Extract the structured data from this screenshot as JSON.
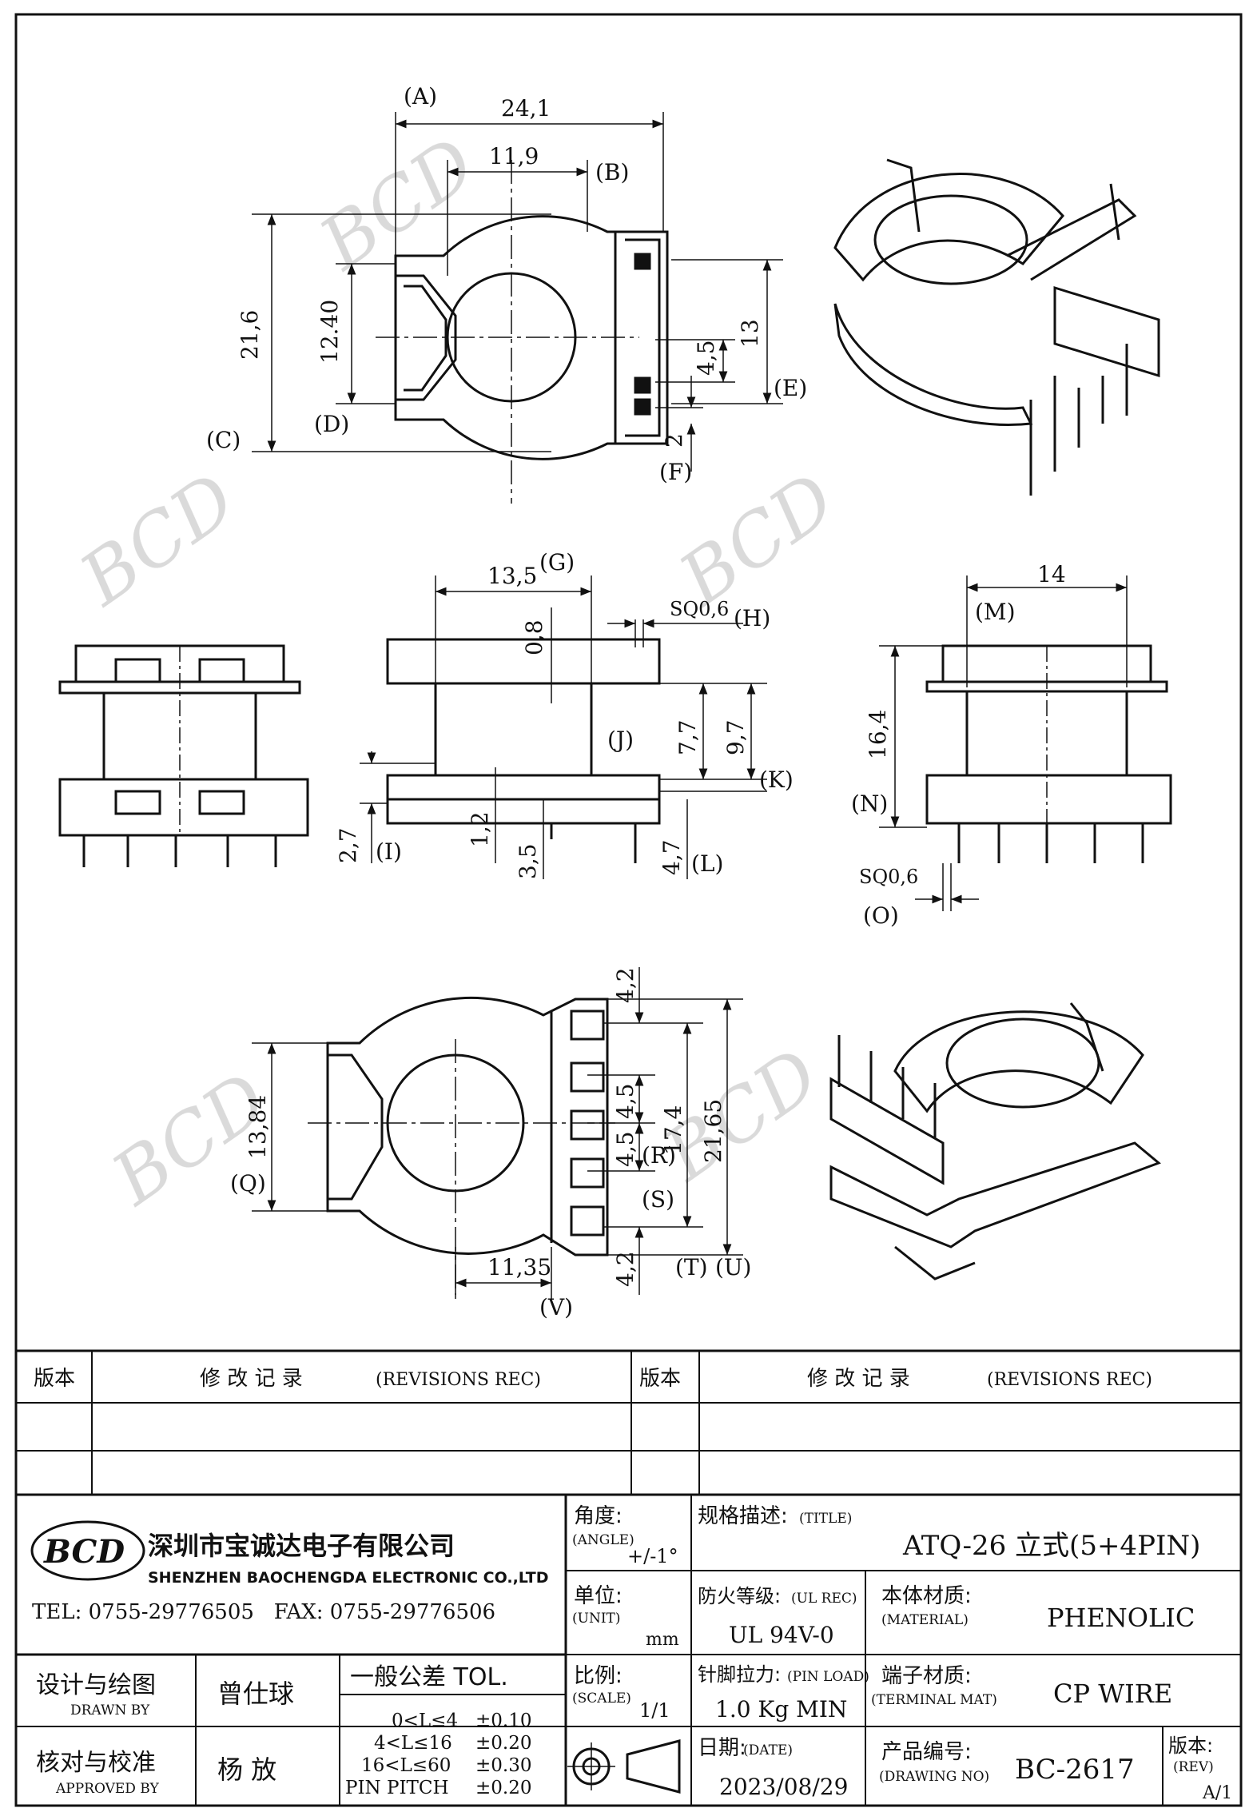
{
  "dimensions": {
    "top_view": {
      "a_width": "24,1",
      "b_width": "11,9",
      "c_height": "21,6",
      "d_height": "12.40",
      "e_height": "13",
      "pin_pitch": "4,5",
      "f_pin": "2"
    },
    "side_view": {
      "g_width": "13,5",
      "flange_top": "0,8",
      "h_pin": "SQ0,6",
      "j_height": "7,7",
      "k_height": "9,7",
      "i_height": "2,7",
      "base_thk": "1,2",
      "standoff": "3,5",
      "l_pin": "4,7"
    },
    "end_view": {
      "m_width": "14",
      "n_height": "16,4",
      "o_pin": "SQ0,6"
    },
    "bottom_view": {
      "top_pitch": "4,2",
      "pitch_1": "4,5",
      "pitch_2": "4,5",
      "r_height": "17,4",
      "u_height": "21,65",
      "bottom_pitch": "4,2",
      "q_height": "13,84",
      "v_width": "11,35"
    }
  },
  "labels": {
    "A": "(A)",
    "B": "(B)",
    "C": "(C)",
    "D": "(D)",
    "E": "(E)",
    "F": "(F)",
    "G": "(G)",
    "H": "(H)",
    "I": "(I)",
    "J": "(J)",
    "K": "(K)",
    "L": "(L)",
    "M": "(M)",
    "N": "(N)",
    "O": "(O)",
    "Q": "(Q)",
    "R": "(R)",
    "S": "(S)",
    "T": "(T)",
    "U": "(U)",
    "V": "(V)"
  },
  "watermark": "BCD",
  "revisions": {
    "col1_header": "版本",
    "col2_header_cn": "修 改 记 录",
    "col2_header_en": "(REVISIONS REC)",
    "col3_header": "版本",
    "col4_header_cn": "修 改 记 录",
    "col4_header_en": "(REVISIONS REC)"
  },
  "company": {
    "logo_text": "BCD",
    "name_cn": "深圳市宝诚达电子有限公司",
    "name_en": "SHENZHEN BAOCHENGDA ELECTRONIC CO.,LTD",
    "contact": "TEL: 0755-29776505   FAX: 0755-29776506"
  },
  "title_block": {
    "angle_label": "角度:",
    "angle_label_en": "(ANGLE)",
    "angle_value": "+/-1°",
    "spec_label": "规格描述:",
    "spec_label_en": "(TITLE)",
    "spec_value": "ATQ-26 立式(5+4PIN)",
    "unit_label": "单位:",
    "unit_label_en": "(UNIT)",
    "unit_value": "mm",
    "fire_label": "防火等级:",
    "fire_label_en": "(UL REC)",
    "fire_value": "UL 94V-0",
    "material_label": "本体材质:",
    "material_label_en": "(MATERIAL)",
    "material_value": "PHENOLIC",
    "scale_label": "比例:",
    "scale_label_en": "(SCALE)",
    "scale_value": "1/1",
    "pinload_label": "针脚拉力:",
    "pinload_label_en": "(PIN LOAD)",
    "pinload_value": "1.0 Kg MIN",
    "terminal_label": "端子材质:",
    "terminal_label_en": "(TERMINAL MAT)",
    "terminal_value": "CP WIRE",
    "date_label": "日期:",
    "date_label_en": "(DATE)",
    "date_value": "2023/08/29",
    "drawing_label": "产品编号:",
    "drawing_label_en": "(DRAWING NO)",
    "drawing_value": "BC-2617",
    "rev_label": "版本:",
    "rev_label_en": "(REV)",
    "rev_value": "A/1",
    "drawn_label": "设计与绘图",
    "drawn_label_en": "DRAWN BY",
    "drawn_value": "曾仕球",
    "approved_label": "核对与校准",
    "approved_label_en": "APPROVED BY",
    "approved_value": "杨 放",
    "tol_header": "一般公差 TOL.",
    "tol_rows": [
      {
        "range": "0<L≤4",
        "value": "±0.10"
      },
      {
        "range": "4<L≤16",
        "value": "±0.20"
      },
      {
        "range": "16<L≤60",
        "value": "±0.30"
      },
      {
        "range": "PIN PITCH",
        "value": "±0.20"
      }
    ]
  }
}
